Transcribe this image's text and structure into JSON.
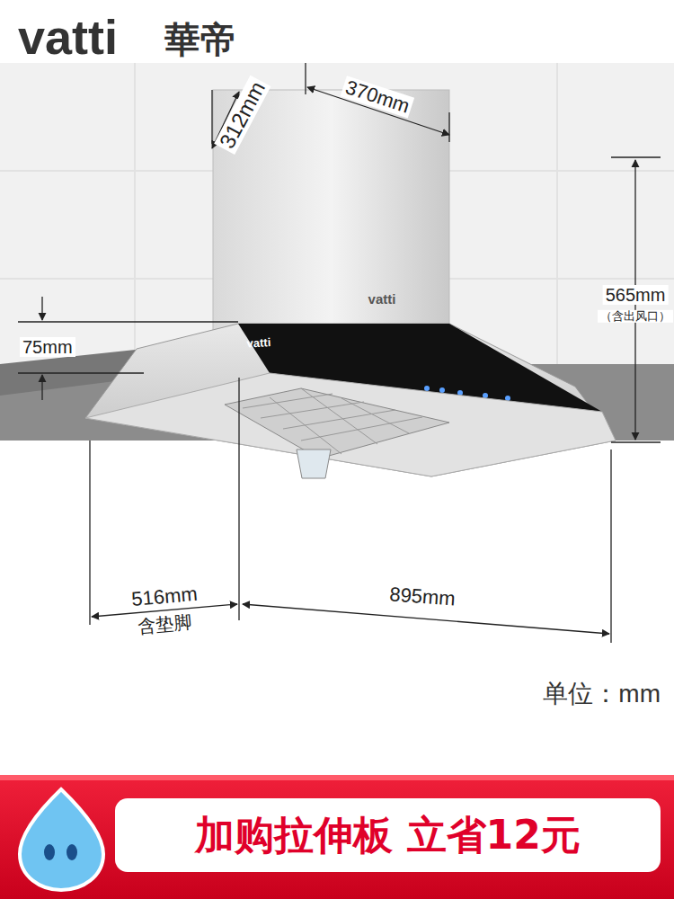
{
  "diagram": {
    "nodes": [
      {
        "text": [
          "加购拉伸板 立省12元"
        ]
      }
    ],
    "labels": [
      "vatti",
      "華帝",
      "312mm",
      "370mm",
      "565mm",
      "（含出风口）",
      "75mm",
      "vatti",
      "vatti",
      "516mm",
      "含垫脚",
      "895mm",
      "单位：mm"
    ]
  }
}
